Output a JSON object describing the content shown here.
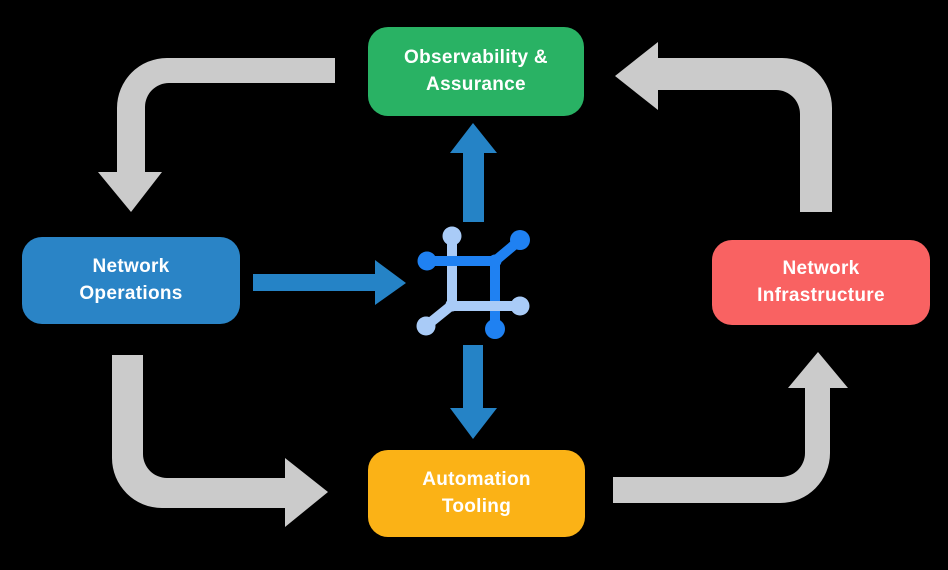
{
  "diagram": {
    "background_color": "#000000",
    "nodes": {
      "observability": {
        "label": "Observability &\nAssurance",
        "color": "#29B264",
        "text_color": "#FFFFFF"
      },
      "operations": {
        "label": "Network\nOperations",
        "color": "#2A84C6",
        "text_color": "#FFFFFF"
      },
      "infrastructure": {
        "label": "Network\nInfrastructure",
        "color": "#F96262",
        "text_color": "#FFFFFF"
      },
      "automation": {
        "label": "Automation\nTooling",
        "color": "#FBB216",
        "text_color": "#FFFFFF"
      }
    },
    "center_icon": {
      "name": "network-mesh-icon",
      "dark_color": "#1F81F2",
      "light_color": "#A9CBF7"
    },
    "arrows": {
      "gray_color": "#CBCBCB",
      "blue_color": "#2583C6",
      "flows": [
        {
          "from": "Observability & Assurance",
          "to": "Network Operations",
          "style": "gray"
        },
        {
          "from": "Network Operations",
          "to": "Automation Tooling",
          "style": "gray"
        },
        {
          "from": "Automation Tooling",
          "to": "Network Infrastructure",
          "style": "gray"
        },
        {
          "from": "Network Infrastructure",
          "to": "Observability & Assurance",
          "style": "gray"
        },
        {
          "from": "Network Operations",
          "to": "center icon",
          "style": "blue"
        },
        {
          "from": "center icon",
          "to": "Observability & Assurance",
          "style": "blue"
        },
        {
          "from": "center icon",
          "to": "Automation Tooling",
          "style": "blue"
        }
      ]
    }
  }
}
